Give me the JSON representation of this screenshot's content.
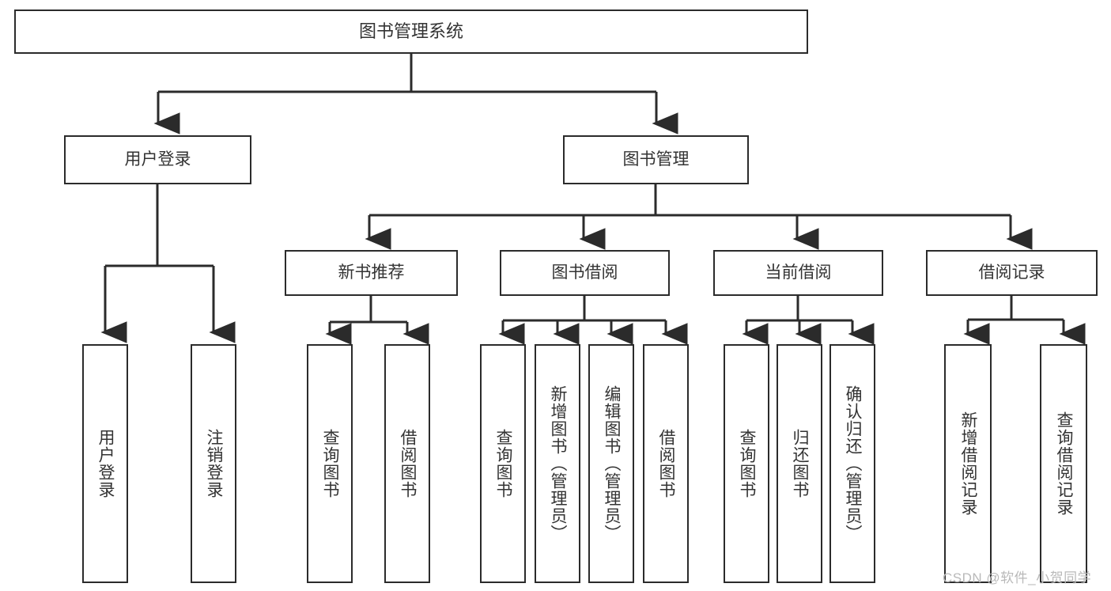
{
  "diagram": {
    "title": "图书管理系统",
    "type": "tree",
    "orientation": "top-down",
    "colors": {
      "background": "#ffffff",
      "node_fill": "#ffffff",
      "node_stroke": "#2b2b2b",
      "text": "#333333",
      "connector": "#2b2b2b",
      "watermark": "#b9b9b9"
    }
  },
  "nodes": {
    "root": {
      "label": "图书管理系统"
    },
    "level2": [
      {
        "label": "用户登录"
      },
      {
        "label": "图书管理"
      }
    ],
    "level3": [
      {
        "label": "新书推荐"
      },
      {
        "label": "图书借阅"
      },
      {
        "label": "当前借阅"
      },
      {
        "label": "借阅记录"
      }
    ],
    "leaves": {
      "user_login": [
        {
          "label": "用户登录"
        },
        {
          "label": "注销登录"
        }
      ],
      "new_book_recommend": [
        {
          "label": "查询图书"
        },
        {
          "label": "借阅图书"
        }
      ],
      "book_borrow": [
        {
          "label": "查询图书"
        },
        {
          "label": "新增图书（管理员）"
        },
        {
          "label": "编辑图书（管理员）"
        },
        {
          "label": "借阅图书"
        }
      ],
      "current_borrow": [
        {
          "label": "查询图书"
        },
        {
          "label": "归还图书"
        },
        {
          "label": "确认归还（管理员）"
        }
      ],
      "borrow_record": [
        {
          "label": "新增借阅记录"
        },
        {
          "label": "查询借阅记录"
        }
      ]
    }
  },
  "watermark": {
    "text": "CSDN @软件_小贺同学"
  }
}
